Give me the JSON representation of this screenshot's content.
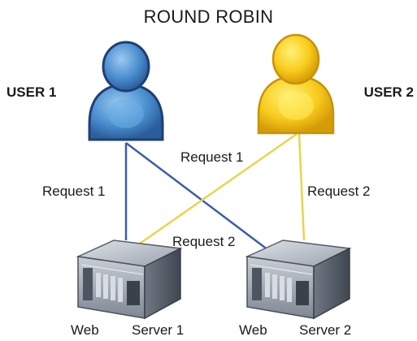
{
  "title": "ROUND ROBIN",
  "users": [
    {
      "label": "USER 1",
      "color": "#3f7fc4"
    },
    {
      "label": "USER 2",
      "color": "#f6c21a"
    }
  ],
  "connections": [
    {
      "from": "USER 1",
      "to": "Web Server 1",
      "label": "Request 1",
      "color": "#3a5ea8"
    },
    {
      "from": "USER 1",
      "to": "Web Server 2",
      "label": "",
      "color": "#3a5ea8"
    },
    {
      "from": "USER 2",
      "to": "Web Server 1",
      "label": "Request 2",
      "color": "#e8d64a"
    },
    {
      "from": "USER 2",
      "to": "Web Server 2",
      "label": "Request 2",
      "color": "#e8d64a"
    }
  ],
  "cross_label": "Request 1",
  "servers": [
    {
      "word1": "Web",
      "word2": "Server 1"
    },
    {
      "word1": "Web",
      "word2": "Server 2"
    }
  ]
}
